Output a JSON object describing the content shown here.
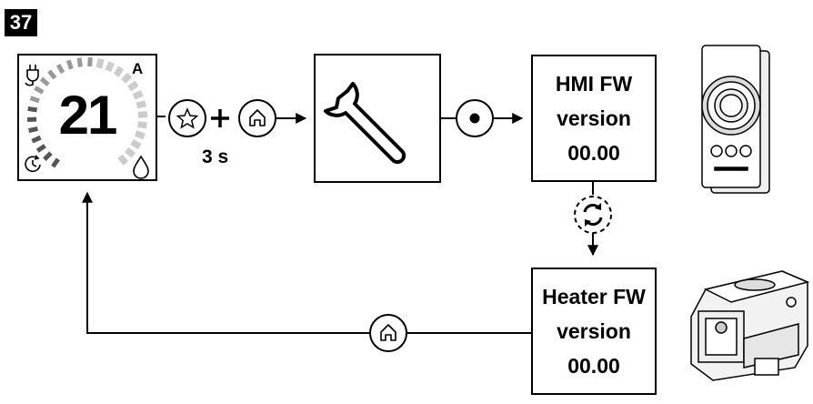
{
  "step_number": "37",
  "display": {
    "temperature": "21",
    "mode_letter": "A",
    "icons": [
      "plug-icon",
      "timer-icon",
      "water-drop-icon"
    ]
  },
  "hold_duration": "3 s",
  "buttons": {
    "first": "star-button-icon",
    "second": "home-button-icon",
    "confirm": "center-dot-button-icon",
    "return": "home-button-icon"
  },
  "service_icon": "wrench-icon",
  "cycle_icon": "rotate-arrows-icon",
  "hmi_box": {
    "line1": "HMI FW",
    "line2": "version",
    "line3": "00.00"
  },
  "heater_box": {
    "line1": "Heater FW",
    "line2": "version",
    "line3": "00.00"
  },
  "images": [
    "control-panel-illustration",
    "heater-unit-illustration"
  ],
  "colors": {
    "ink": "#000000",
    "ring_light": "#cccccc",
    "ring_mid": "#999999",
    "ring_dark": "#555555"
  }
}
